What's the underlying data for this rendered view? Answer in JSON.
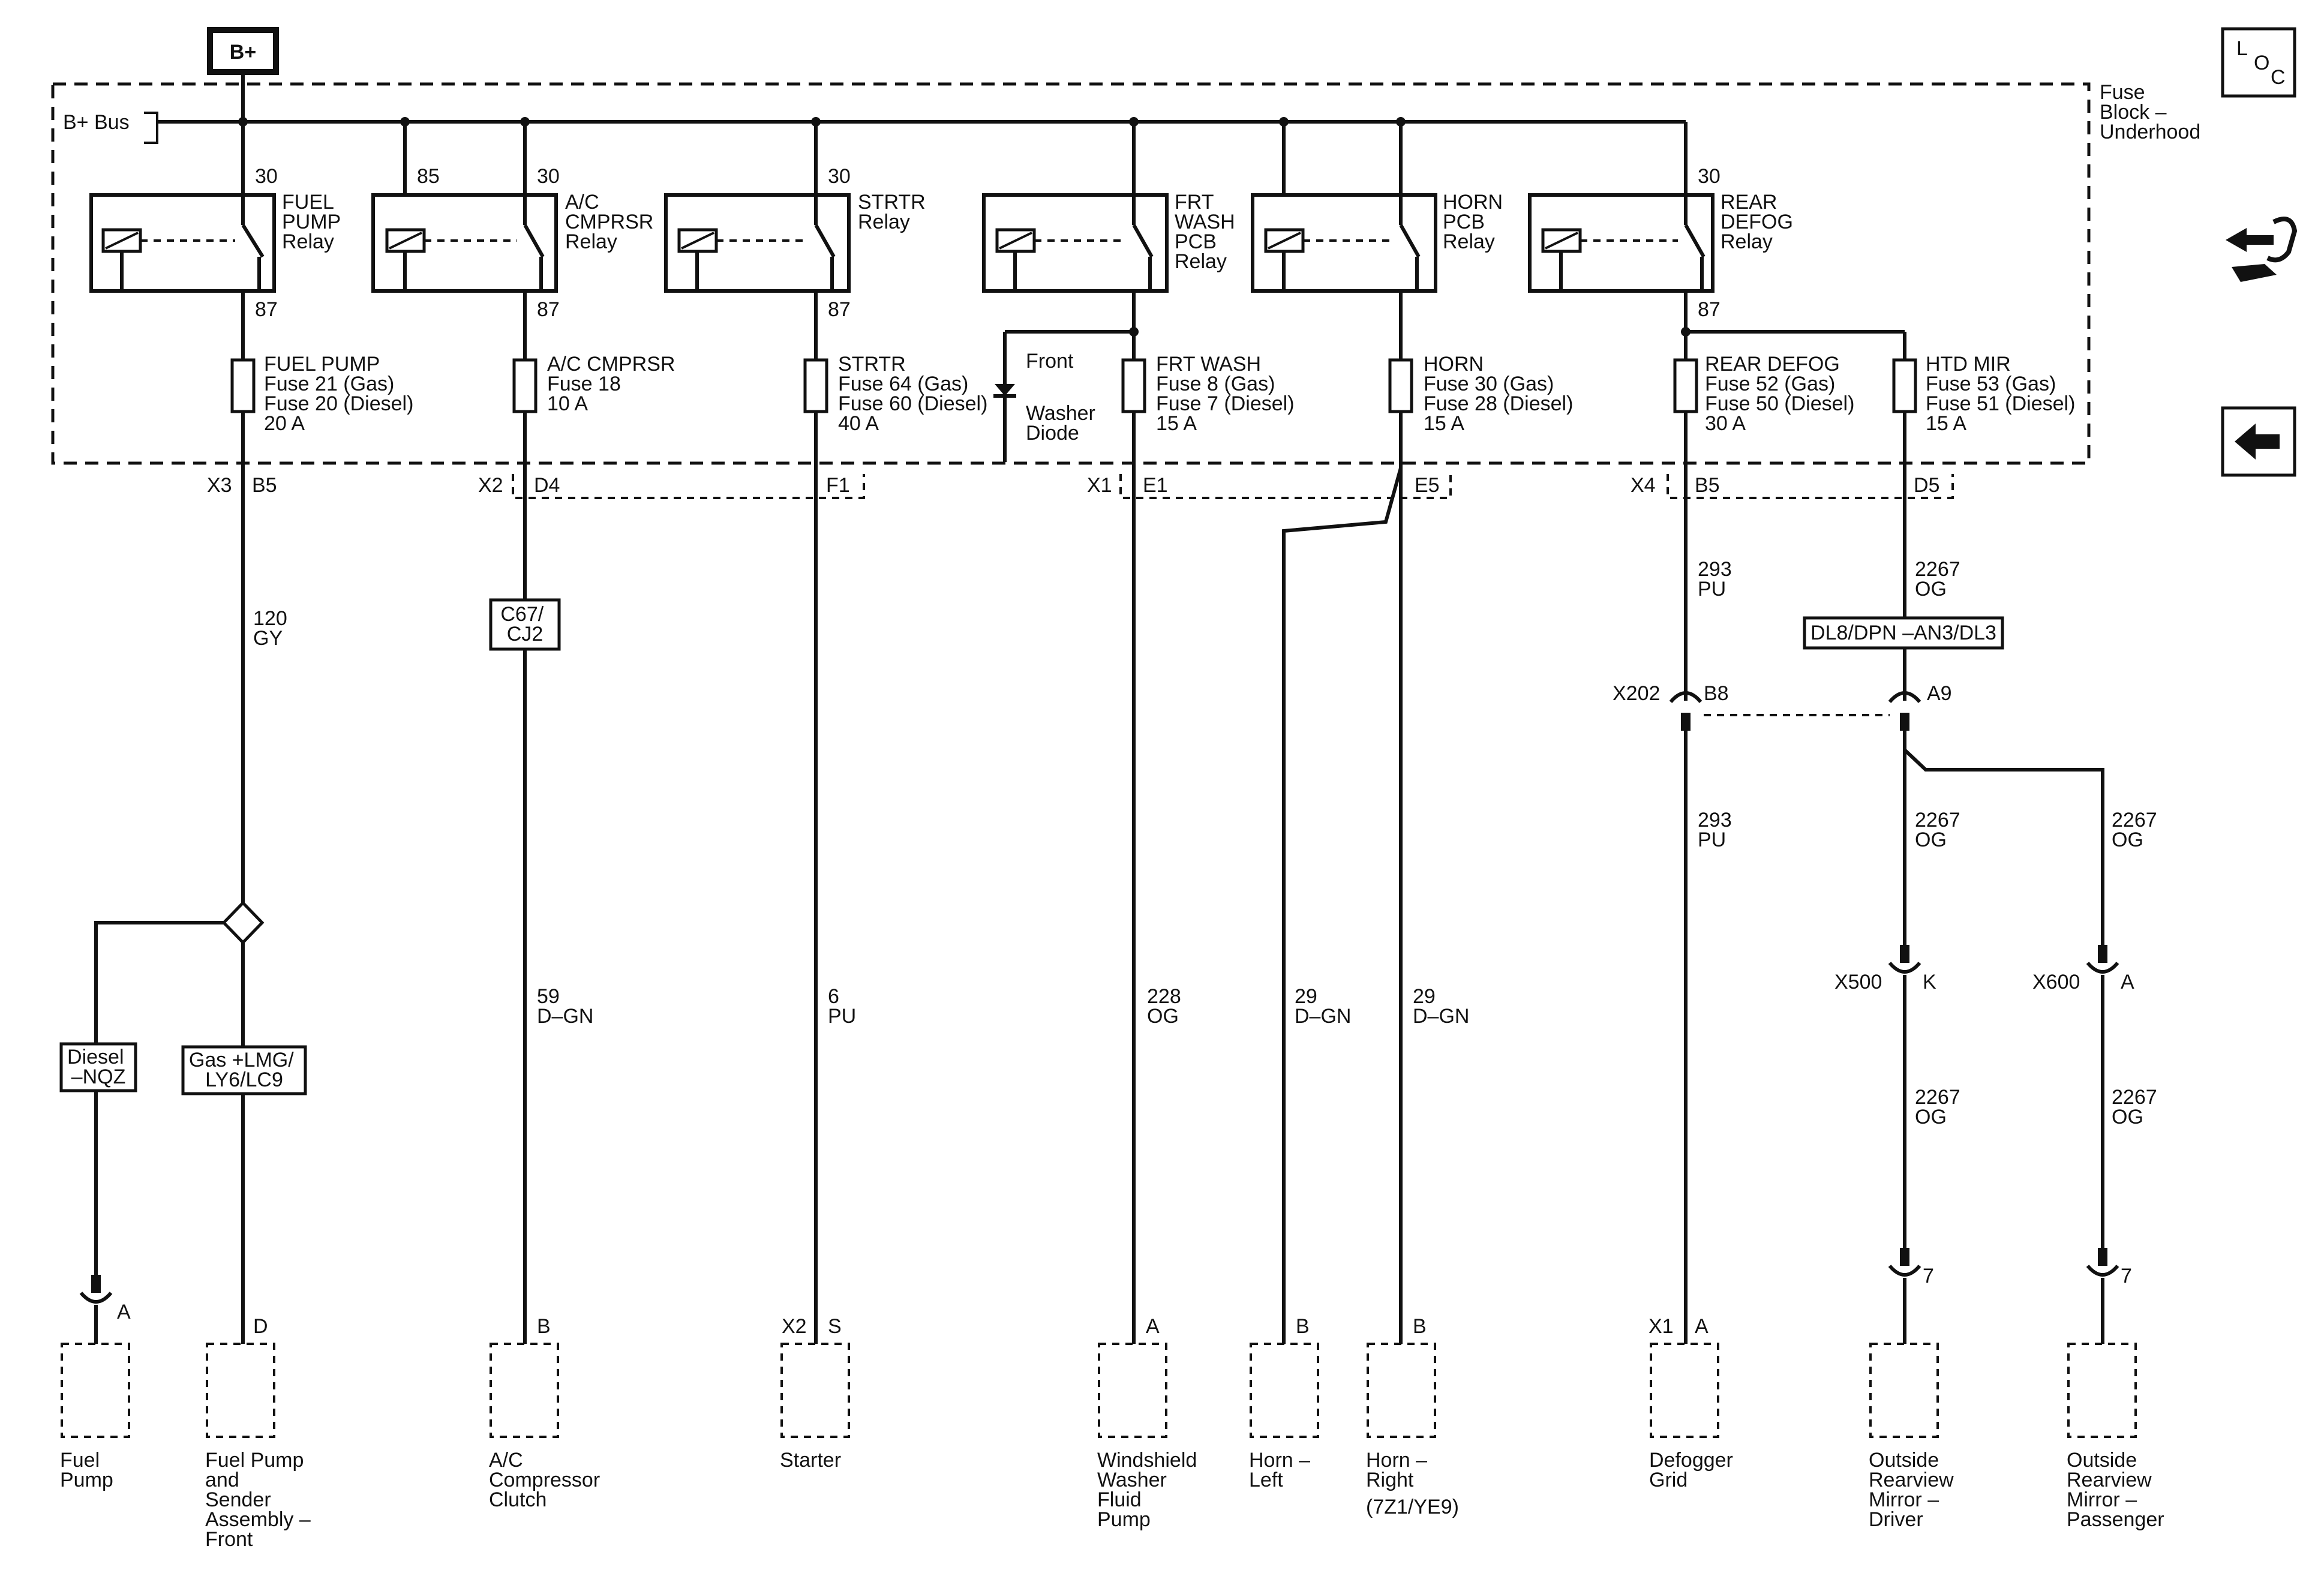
{
  "supply": {
    "label": "B+",
    "bus_label": "B+ Bus"
  },
  "fuse_block": {
    "label_lines": [
      "Fuse",
      "Block –",
      "Underhood"
    ]
  },
  "relays": [
    {
      "id": "fuel-pump",
      "name_lines": [
        "FUEL",
        "PUMP",
        "Relay"
      ],
      "pin_top": "30",
      "pin_bottom": "87"
    },
    {
      "id": "ac-cmprsr",
      "name_lines": [
        "A/C",
        "CMPRSR",
        "Relay"
      ],
      "pin_coil": "85",
      "pin_top": "30",
      "pin_bottom": "87"
    },
    {
      "id": "strtr",
      "name_lines": [
        "STRTR",
        "Relay"
      ],
      "pin_top": "30",
      "pin_bottom": "87"
    },
    {
      "id": "frt-wash",
      "name_lines": [
        "FRT",
        "WASH",
        "PCB",
        "Relay"
      ]
    },
    {
      "id": "horn",
      "name_lines": [
        "HORN",
        "PCB",
        "Relay"
      ]
    },
    {
      "id": "rear-defog",
      "name_lines": [
        "REAR",
        "DEFOG",
        "Relay"
      ],
      "pin_top": "30",
      "pin_bottom": "87"
    }
  ],
  "fuses": [
    {
      "id": "fuel-pump",
      "lines": [
        "FUEL PUMP",
        "Fuse 21 (Gas)",
        "Fuse 20 (Diesel)",
        "20 A"
      ]
    },
    {
      "id": "ac-cmprsr",
      "lines": [
        "A/C CMPRSR",
        "Fuse 18",
        "10 A"
      ]
    },
    {
      "id": "strtr",
      "lines": [
        "STRTR",
        "Fuse 64 (Gas)",
        "Fuse 60 (Diesel)",
        "40 A"
      ]
    },
    {
      "id": "frt-wash",
      "lines": [
        "FRT WASH",
        "Fuse 8 (Gas)",
        "Fuse 7 (Diesel)",
        "15 A"
      ]
    },
    {
      "id": "horn",
      "lines": [
        "HORN",
        "Fuse 30 (Gas)",
        "Fuse 28 (Diesel)",
        "15 A"
      ]
    },
    {
      "id": "rear-defog",
      "lines": [
        "REAR DEFOG",
        "Fuse 52 (Gas)",
        "Fuse 50 (Diesel)",
        "30 A"
      ]
    },
    {
      "id": "htd-mir",
      "lines": [
        "HTD MIR",
        "Fuse 53 (Gas)",
        "Fuse 51 (Diesel)",
        "15 A"
      ]
    }
  ],
  "diode": {
    "lines": [
      "Front",
      "Washer",
      "Diode"
    ]
  },
  "connectors": {
    "x3": {
      "name": "X3",
      "pin": "B5"
    },
    "x2": {
      "name": "X2",
      "pin_d4": "D4",
      "pin_f1": "F1"
    },
    "x1": {
      "name": "X1",
      "pin_e1": "E1",
      "pin_e5": "E5"
    },
    "x4": {
      "name": "X4",
      "pin_b5": "B5",
      "pin_d5": "D5"
    },
    "x202": {
      "name": "X202",
      "pin_b8": "B8",
      "pin_a9": "A9"
    },
    "x500": {
      "name": "X500",
      "pin": "K"
    },
    "x600": {
      "name": "X600",
      "pin": "A"
    }
  },
  "wires": [
    {
      "id": "w120",
      "circuit": "120",
      "color": "GY"
    },
    {
      "id": "w59",
      "circuit": "59",
      "color": "D–GN"
    },
    {
      "id": "w6",
      "circuit": "6",
      "color": "PU"
    },
    {
      "id": "w228",
      "circuit": "228",
      "color": "OG"
    },
    {
      "id": "w29l",
      "circuit": "29",
      "color": "D–GN"
    },
    {
      "id": "w29r",
      "circuit": "29",
      "color": "D–GN"
    },
    {
      "id": "w293a",
      "circuit": "293",
      "color": "PU"
    },
    {
      "id": "w293b",
      "circuit": "293",
      "color": "PU"
    },
    {
      "id": "w2267a",
      "circuit": "2267",
      "color": "OG"
    },
    {
      "id": "w2267b",
      "circuit": "2267",
      "color": "OG"
    },
    {
      "id": "w2267c",
      "circuit": "2267",
      "color": "OG"
    },
    {
      "id": "w2267d",
      "circuit": "2267",
      "color": "OG"
    },
    {
      "id": "w2267e",
      "circuit": "2267",
      "color": "OG"
    }
  ],
  "options": {
    "c67": [
      "C67/",
      "CJ2"
    ],
    "dl8": "DL8/DPN –AN3/DL3",
    "diesel": [
      "Diesel",
      "–NQZ"
    ],
    "gas": [
      "Gas +LMG/",
      "LY6/LC9"
    ]
  },
  "loads": [
    {
      "id": "fuel-pump",
      "pin": "A",
      "label_lines": [
        "Fuel",
        "Pump"
      ]
    },
    {
      "id": "fuel-sender",
      "pin": "D",
      "label_lines": [
        "Fuel Pump",
        "and",
        "Sender",
        "Assembly –",
        "Front"
      ]
    },
    {
      "id": "ac-clutch",
      "pin": "B",
      "label_lines": [
        "A/C",
        "Compressor",
        "Clutch"
      ]
    },
    {
      "id": "starter",
      "conn": "X2",
      "pin": "S",
      "label_lines": [
        "Starter"
      ]
    },
    {
      "id": "washer-pump",
      "pin": "A",
      "label_lines": [
        "Windshield",
        "Washer",
        "Fluid",
        "Pump"
      ]
    },
    {
      "id": "horn-left",
      "pin": "B",
      "label_lines": [
        "Horn –",
        "Left"
      ]
    },
    {
      "id": "horn-right",
      "pin": "B",
      "label_lines": [
        "Horn –",
        "Right",
        "(7Z1/YE9)"
      ]
    },
    {
      "id": "defogger",
      "conn": "X1",
      "pin": "A",
      "label_lines": [
        "Defogger",
        "Grid"
      ]
    },
    {
      "id": "mirror-driver",
      "pin": "7",
      "label_lines": [
        "Outside",
        "Rearview",
        "Mirror –",
        "Driver"
      ]
    },
    {
      "id": "mirror-pass",
      "pin": "7",
      "label_lines": [
        "Outside",
        "Rearview",
        "Mirror –",
        "Passenger"
      ]
    }
  ],
  "icons": {
    "loc_letters": [
      "L",
      "O",
      "C"
    ],
    "icon_2": "harness-connector-icon",
    "icon_3": "back-arrow-icon"
  }
}
